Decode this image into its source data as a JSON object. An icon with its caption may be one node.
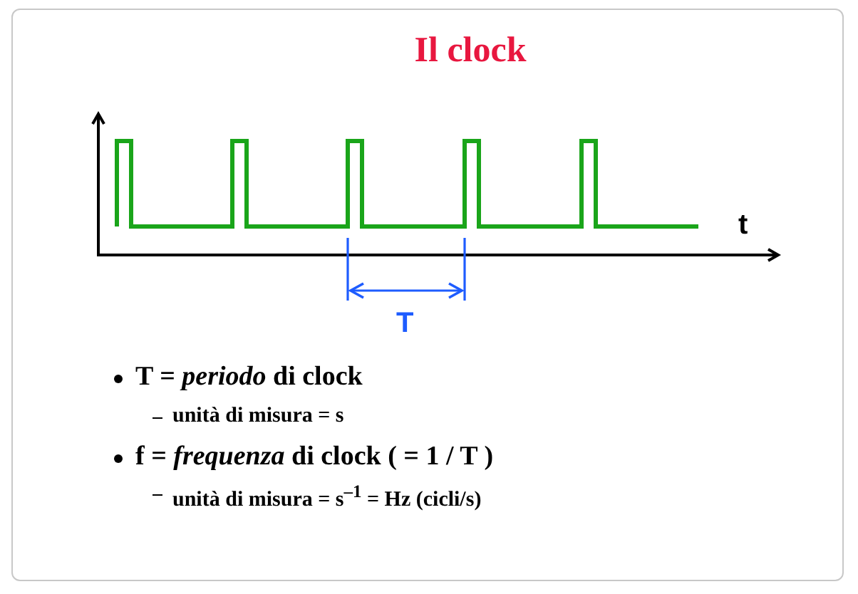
{
  "diagram": {
    "title": "Il clock",
    "labels": [
      "t",
      "T",
      "T = *periodo* di clock",
      "unità di misura = s",
      "f = *frequenza* di clock ( = 1 / T )",
      "unità di misura = s$^{–1}$ = Hz (cicli/s)"
    ]
  }
}
